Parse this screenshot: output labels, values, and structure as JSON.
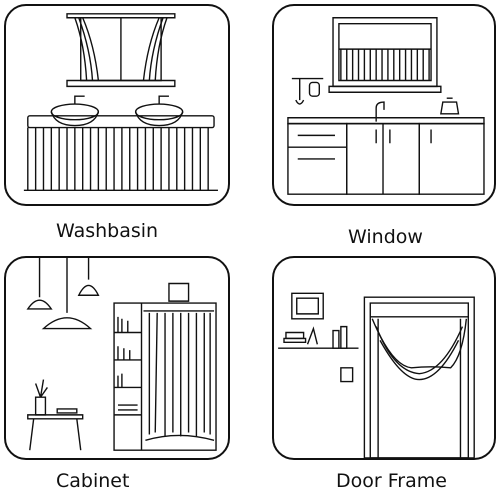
{
  "panels": [
    {
      "label": "Washbasin"
    },
    {
      "label": "Window"
    },
    {
      "label": "Cabinet"
    },
    {
      "label": "Door Frame"
    }
  ],
  "colors": {
    "ink": "#111111",
    "background": "#ffffff"
  }
}
